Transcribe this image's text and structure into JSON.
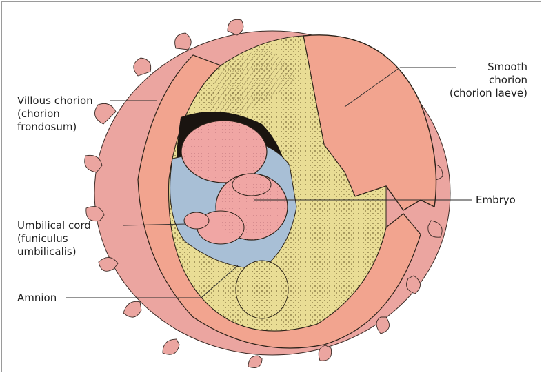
{
  "labels": {
    "villous": "Villous chorion\n(chorion\nfrondosum)",
    "smooth": "Smooth\nchorion\n(chorion laeve)",
    "embryo": "Embryo",
    "cord": "Umbilical cord\n(funiculus\numbilicalis)",
    "amnion": "Amnion"
  },
  "colors": {
    "chorion": "#f2a48f",
    "villi": "#eba5a0",
    "yolk_cavity": "#e9dd95",
    "amnion": "#a8bfd6",
    "embryo": "#f0a6a4",
    "dark": "#2a2118"
  }
}
